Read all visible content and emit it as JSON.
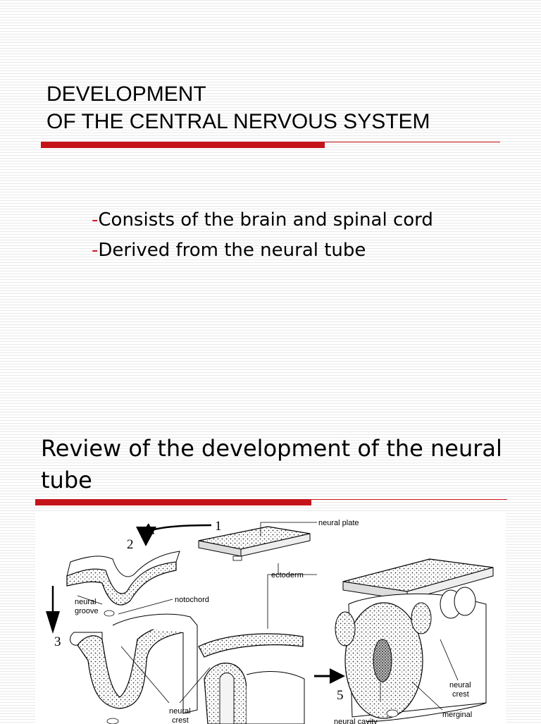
{
  "slide1": {
    "title_line1": "DEVELOPMENT",
    "title_line2": "OF THE CENTRAL NERVOUS SYSTEM",
    "bullets": [
      {
        "dash": "-",
        "text": "Consists of the brain and spinal cord"
      },
      {
        "dash": "-",
        "text": "Derived from the neural tube"
      }
    ]
  },
  "slide2": {
    "title": "Review of the development of the neural tube",
    "figure": {
      "steps": [
        "1",
        "2",
        "3",
        "5"
      ],
      "labels": {
        "neural_plate": "neural plate",
        "ectoderm": "ectoderm",
        "notochord": "notochord",
        "neural": "neural",
        "groove": "groove",
        "neural_crest_1": "neural",
        "neural_crest_2": "crest",
        "neural_crest_r1": "neural",
        "neural_crest_r2": "crest",
        "neural_cavity": "neural cavity",
        "merginal": "merginal"
      }
    }
  },
  "colors": {
    "accent": "#c4141a",
    "bullet_dash": "#d2141a"
  }
}
